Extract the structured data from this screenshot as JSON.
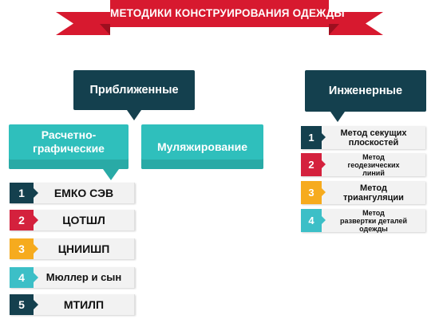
{
  "title": "МЕТОДИКИ КОНСТРУИРОВАНИЯ ОДЕЖДЫ",
  "colors": {
    "ribbon": "#d7192f",
    "ribbon_dark": "#9d0f1f",
    "navy": "#14404e",
    "teal": "#2fbfbc",
    "red": "#d4213d",
    "orange": "#f6ab1e",
    "cyan": "#3cbfc7"
  },
  "approximate": {
    "label": "Приближенные",
    "calc": {
      "line1": "Расчетно-",
      "line2": "графические"
    },
    "mulage": "Муляжирование",
    "items": [
      {
        "num": "1",
        "label": "ЕМКО СЭВ",
        "color": "#14404e"
      },
      {
        "num": "2",
        "label": "ЦОТШЛ",
        "color": "#d4213d"
      },
      {
        "num": "3",
        "label": "ЦНИИШП",
        "color": "#f6ab1e"
      },
      {
        "num": "4",
        "label": "Мюллер и сын",
        "color": "#3cbfc7"
      },
      {
        "num": "5",
        "label": "МТИЛП",
        "color": "#14404e"
      }
    ]
  },
  "engineering": {
    "label": "Инженерные",
    "items": [
      {
        "num": "1",
        "lines": [
          "Метод секущих",
          "плоскостей"
        ],
        "color": "#14404e"
      },
      {
        "num": "2",
        "lines": [
          "Метод",
          "геодезических",
          "линий"
        ],
        "color": "#d4213d"
      },
      {
        "num": "3",
        "lines": [
          "Метод",
          "триангуляции"
        ],
        "color": "#f6ab1e"
      },
      {
        "num": "4",
        "lines": [
          "Метод",
          "развертки деталей",
          "одежды"
        ],
        "color": "#3cbfc7"
      }
    ]
  }
}
